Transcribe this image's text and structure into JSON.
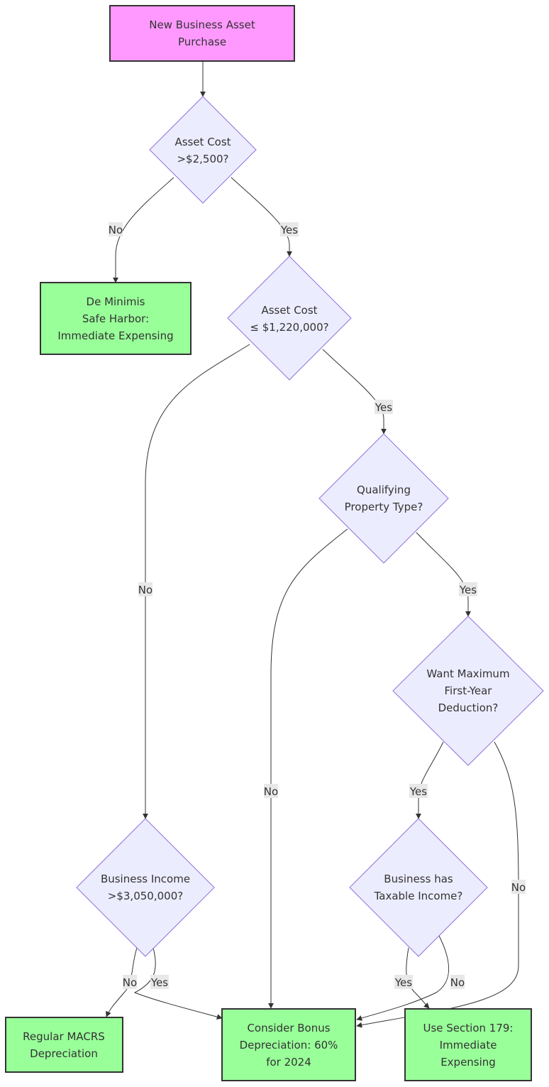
{
  "colors": {
    "start_fill": "#ff99ff",
    "terminal_fill": "#99ff99",
    "decision_fill": "#ececff",
    "decision_stroke": "#9370db",
    "box_stroke": "#333333",
    "edge": "#333333",
    "label_bg": "#e8e8e8"
  },
  "nodes": {
    "start": [
      "New Business Asset",
      "Purchase"
    ],
    "cost_2500": [
      "Asset Cost",
      ">$2,500?"
    ],
    "de_minimis": [
      "De Minimis",
      "Safe Harbor:",
      "Immediate Expensing"
    ],
    "cost_1220000": [
      "Asset Cost",
      "≤ $1,220,000?"
    ],
    "qualifying": [
      "Qualifying",
      "Property Type?"
    ],
    "max_deduction": [
      "Want Maximum",
      "First-Year",
      "Deduction?"
    ],
    "business_income": [
      "Business Income",
      ">$3,050,000?"
    ],
    "taxable_income": [
      "Business has",
      "Taxable Income?"
    ],
    "macrs": [
      "Regular MACRS",
      "Depreciation"
    ],
    "bonus": [
      "Consider Bonus",
      "Depreciation: 60%",
      "for 2024"
    ],
    "section179": [
      "Use Section 179:",
      "Immediate",
      "Expensing"
    ]
  },
  "edge_labels": {
    "cost_no": "No",
    "cost_yes": "Yes",
    "cost2_yes": "Yes",
    "cost2_no": "No",
    "qual_yes": "Yes",
    "qual_no": "No",
    "max_yes": "Yes",
    "max_no": "No",
    "income_no": "No",
    "income_yes": "Yes",
    "taxable_yes": "Yes",
    "taxable_no": "No"
  }
}
